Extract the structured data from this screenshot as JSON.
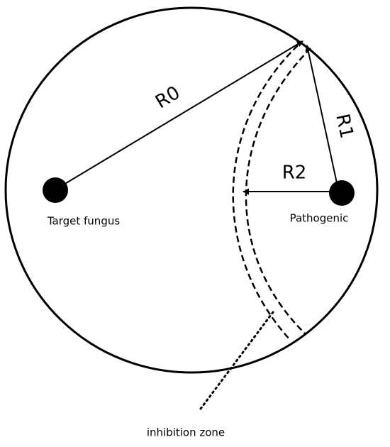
{
  "labels": {
    "r0": "R0",
    "r1": "R1",
    "r2": "R2",
    "target": "Target fungus",
    "pathogenic": "Pathogenic",
    "zone": "inhibition zone"
  },
  "colors": {
    "stroke": "#000000",
    "background": "#ffffff"
  }
}
